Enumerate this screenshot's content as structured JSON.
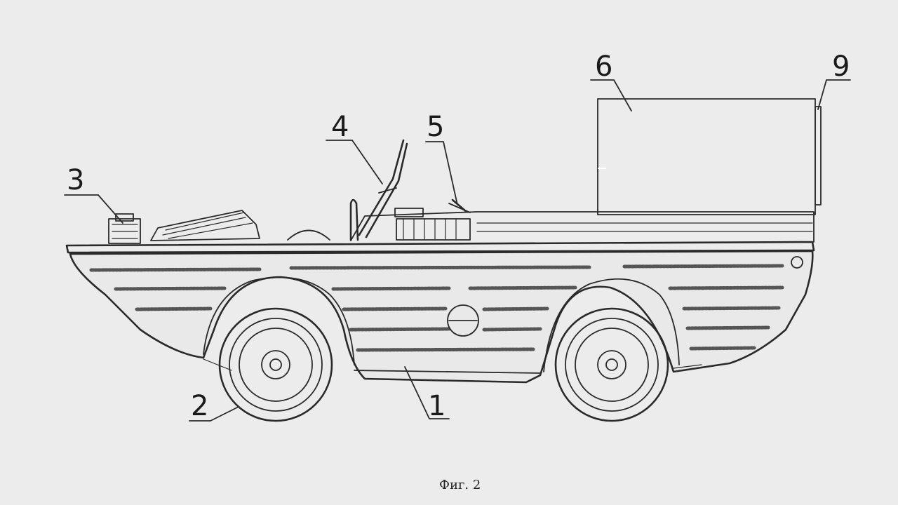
{
  "figure": {
    "caption": "Фиг. 2",
    "callouts": [
      {
        "id": "1",
        "label": "1"
      },
      {
        "id": "2",
        "label": "2"
      },
      {
        "id": "3",
        "label": "3"
      },
      {
        "id": "4",
        "label": "4"
      },
      {
        "id": "5",
        "label": "5"
      },
      {
        "id": "6",
        "label": "6"
      },
      {
        "id": "9",
        "label": "9"
      }
    ]
  },
  "colors": {
    "background": "#ececec",
    "ink": "#2a2a2a"
  }
}
